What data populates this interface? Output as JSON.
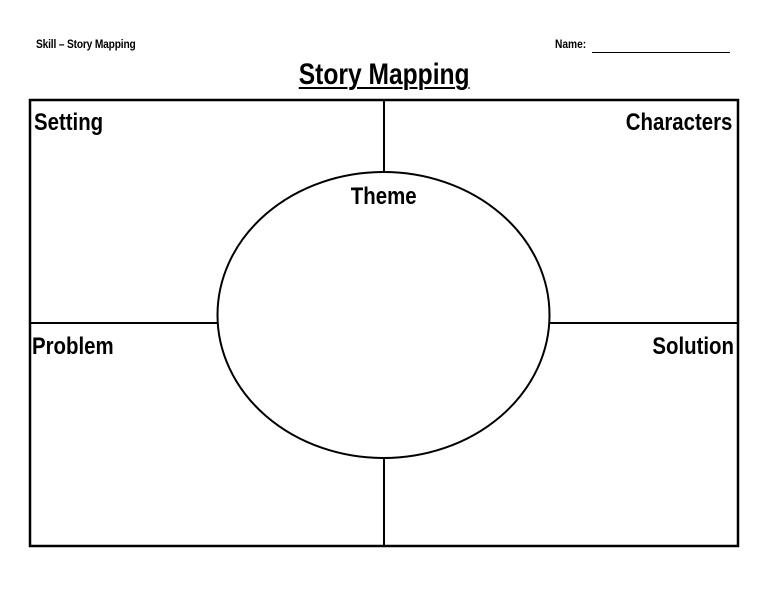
{
  "header": {
    "skill_label": "Skill – Story Mapping",
    "name_label": "Name:"
  },
  "title": "Story Mapping",
  "sections": {
    "setting": "Setting",
    "characters": "Characters",
    "theme": "Theme",
    "problem": "Problem",
    "solution": "Solution"
  },
  "colors": {
    "line": "#000000",
    "background": "#ffffff"
  }
}
